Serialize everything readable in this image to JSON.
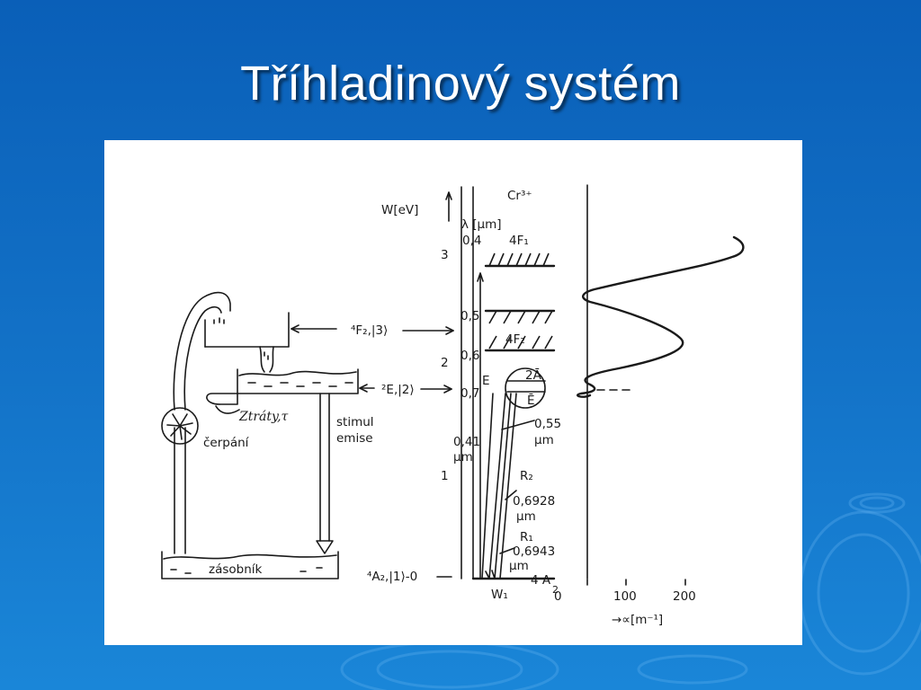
{
  "slide": {
    "title": "Tříhladinový systém"
  },
  "diagram": {
    "left": {
      "level_4F2": "⁴F₂,|3⟩",
      "level_2E": "²E,|2⟩",
      "level_4A2": "⁴A₂,|1⟩-0",
      "losses": "Ztráty,τ",
      "pump": "čerpání",
      "stimulated_line1": "stimul",
      "stimulated_line2": "emise",
      "reservoir": "zásobník"
    },
    "energy_axis": {
      "label": "W[eV]",
      "ticks": [
        "3",
        "2",
        "1"
      ],
      "lambda_label": "λ [μm]",
      "lambda_ticks": [
        "0,4",
        "0,5",
        "0,6",
        "0,7"
      ],
      "wl_041_a": "0,41",
      "wl_041_b": "μm"
    },
    "levels": {
      "ion": "Cr³⁺",
      "4F1": "4F₁",
      "4F2": "4F₂",
      "E_bar": "E",
      "2A": "2Ā",
      "E2": "Ē",
      "ground": "4 A",
      "ground_sub": "2",
      "W1": "W₁",
      "wl_055_a": "0,55",
      "wl_055_b": "μm",
      "R2": "R₂",
      "wl_06928_a": "0,6928",
      "wl_06928_b": "μm",
      "R1": "R₁",
      "wl_06943_a": "0,6943",
      "wl_06943_b": "μm"
    },
    "absorption": {
      "x_ticks": [
        "0",
        "100",
        "200"
      ],
      "x_label": "→∝[m⁻¹]"
    }
  }
}
